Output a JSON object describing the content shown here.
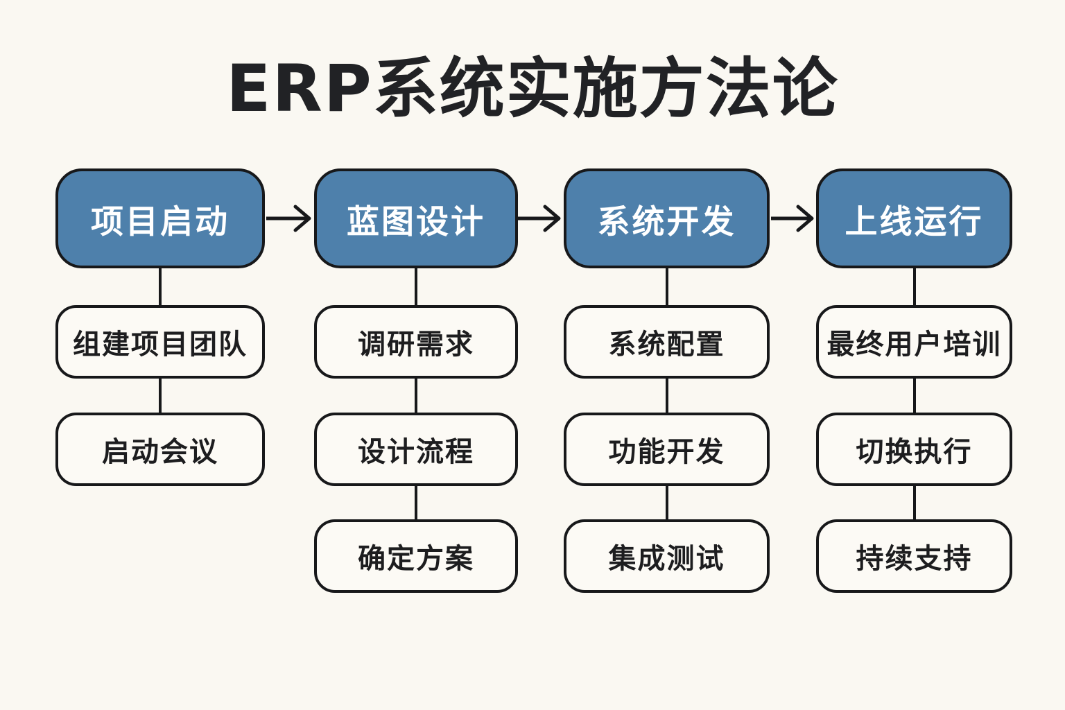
{
  "title": "ERP系统实施方法论",
  "colors": {
    "background": "#faf8f2",
    "stage_fill": "#4e80ab",
    "stage_text": "#ffffff",
    "outline": "#17181a",
    "task_text": "#1d1d1f"
  },
  "flowchart": {
    "stages": [
      {
        "header": "项目启动",
        "children": [
          "组建项目团队",
          "启动会议"
        ]
      },
      {
        "header": "蓝图设计",
        "children": [
          "调研需求",
          "设计流程",
          "确定方案"
        ]
      },
      {
        "header": "系统开发",
        "children": [
          "系统配置",
          "功能开发",
          "集成测试"
        ]
      },
      {
        "header": "上线运行",
        "children": [
          "最终用户培训",
          "切换执行",
          "持续支持"
        ]
      }
    ],
    "arrow_count": 3
  }
}
